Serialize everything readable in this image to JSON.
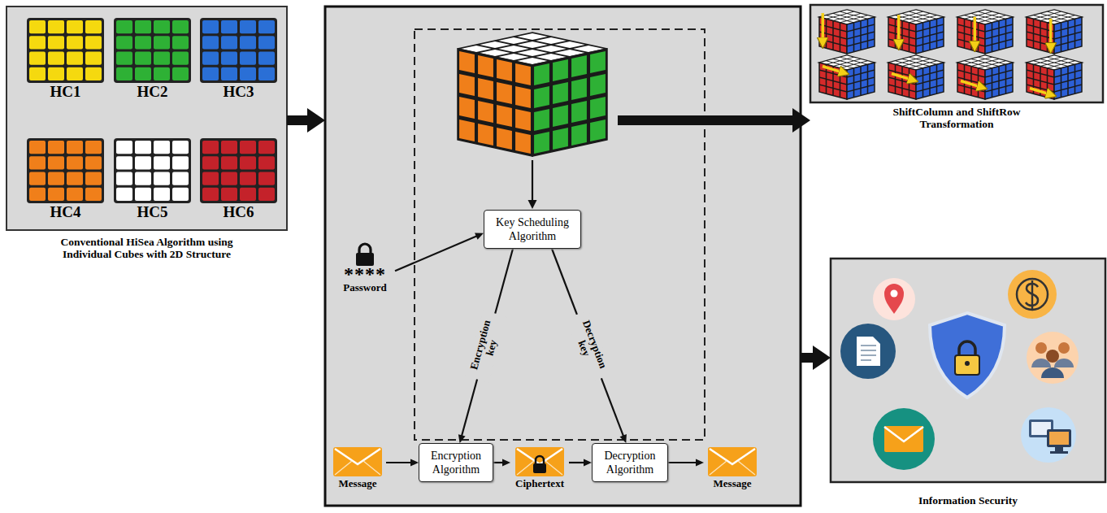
{
  "diagram": {
    "nodes": [
      {
        "text": [
          "Conventional HiSea Algorithm using Individual Cubes with 2D Structure"
        ]
      },
      {
        "text": [
          "HC1"
        ],
        "in": 0
      },
      {
        "text": [
          "HC2"
        ],
        "in": 0
      },
      {
        "text": [
          "HC3"
        ],
        "in": 0
      },
      {
        "text": [
          "HC4"
        ],
        "in": 0
      },
      {
        "text": [
          "HC5"
        ],
        "in": 0
      },
      {
        "text": [
          "HC6"
        ],
        "in": 0
      },
      {
        "text": []
      },
      {
        "text": [
          "****",
          "Password"
        ],
        "in": 7
      },
      {
        "text": [
          "Key Scheduling Algorithm"
        ],
        "in": 7
      },
      {
        "text": [
          "Message"
        ],
        "in": 7
      },
      {
        "text": [
          "Encryption Algorithm"
        ],
        "in": 7
      },
      {
        "text": [
          "Ciphertext"
        ],
        "in": 7
      },
      {
        "text": [
          "Decryption Algorithm"
        ],
        "in": 7
      },
      {
        "text": [
          "Message"
        ],
        "in": 7
      },
      {
        "text": [
          "ShiftColumn and ShiftRow Transformation"
        ]
      },
      {
        "text": [
          "Information Security"
        ]
      }
    ],
    "edges": [
      {
        "from": 0,
        "to": 7,
        "arrow": "to"
      },
      {
        "from": 7,
        "to": 15,
        "arrow": "to"
      },
      {
        "from": 7,
        "to": 16,
        "arrow": "to"
      },
      {
        "from": 8,
        "to": 9,
        "arrow": "to"
      },
      {
        "from": 9,
        "to": 11,
        "label": "Encryption key",
        "arrow": "to"
      },
      {
        "from": 9,
        "to": 13,
        "label": "Decryption key",
        "arrow": "to"
      },
      {
        "from": 10,
        "to": 11,
        "arrow": "to"
      },
      {
        "from": 11,
        "to": 12,
        "arrow": "to"
      },
      {
        "from": 12,
        "to": 13,
        "arrow": "to"
      },
      {
        "from": 13,
        "to": 14,
        "arrow": "to"
      }
    ]
  }
}
